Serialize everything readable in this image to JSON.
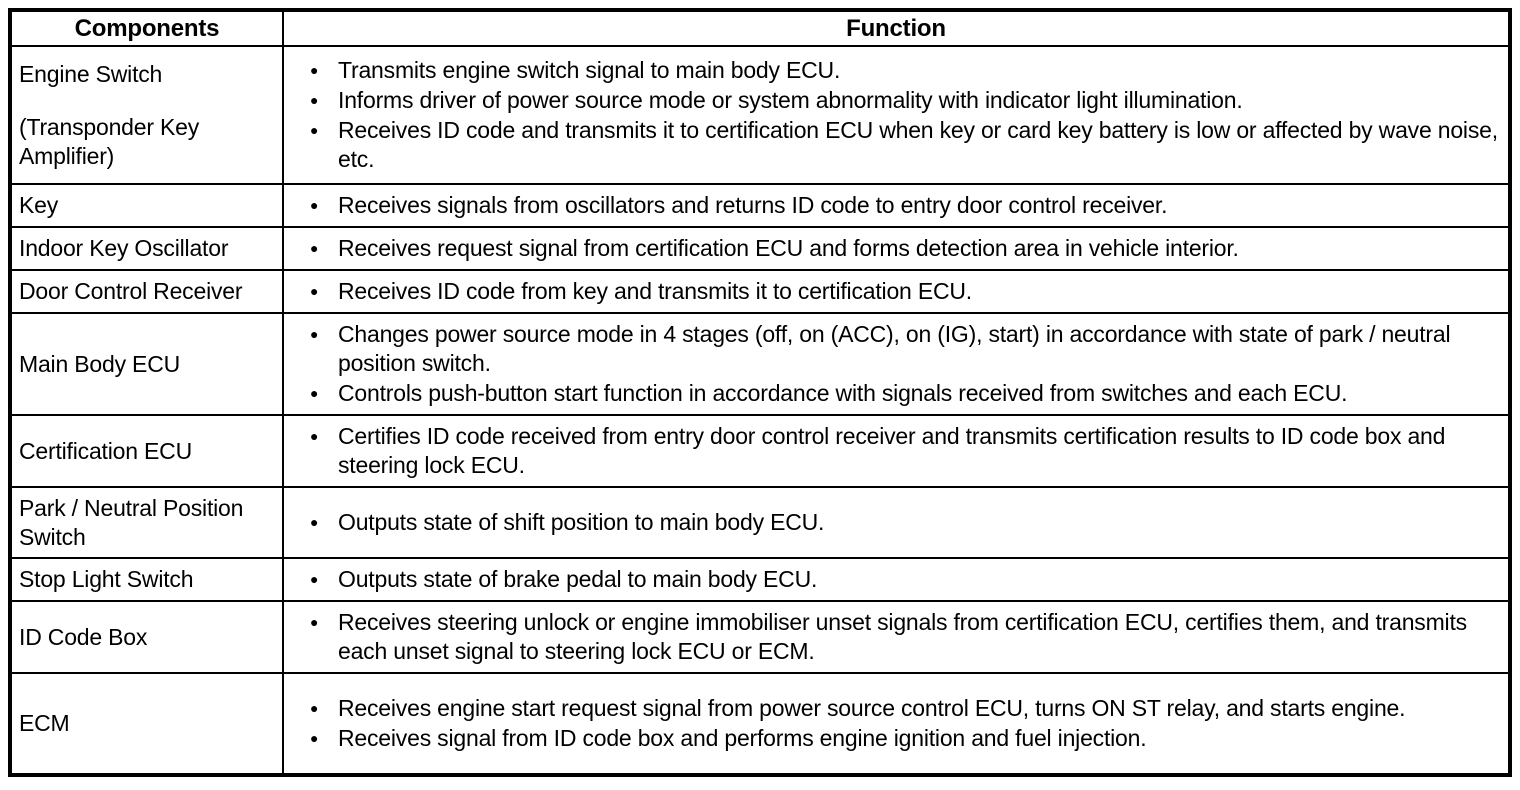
{
  "table": {
    "bullet_glyph": "●",
    "colors": {
      "border": "#000000",
      "text": "#000000",
      "background": "#ffffff"
    },
    "columns": [
      {
        "label": "Components"
      },
      {
        "label": "Function"
      }
    ],
    "rows": [
      {
        "component": [
          "Engine Switch",
          "(Transponder Key Amplifier)"
        ],
        "functions": [
          "Transmits engine switch signal to main body ECU.",
          "Informs driver of power source mode or system abnormality with indicator light illumination.",
          "Receives ID code and transmits it to certification ECU when key or card key battery is low or affected by wave noise, etc."
        ]
      },
      {
        "component": [
          "Key"
        ],
        "functions": [
          "Receives signals from oscillators and returns ID code to entry door control receiver."
        ]
      },
      {
        "component": [
          "Indoor Key Oscillator"
        ],
        "functions": [
          "Receives request signal from certification ECU and forms detection area in vehicle interior."
        ]
      },
      {
        "component": [
          "Door Control Receiver"
        ],
        "functions": [
          "Receives ID code from key and transmits it to certification ECU."
        ]
      },
      {
        "component": [
          "Main Body ECU"
        ],
        "functions": [
          "Changes power source mode in 4 stages (off, on (ACC), on (IG), start) in accordance with state of park / neutral position switch.",
          "Controls push-button start function in accordance with signals received from switches and each ECU."
        ]
      },
      {
        "component": [
          "Certification ECU"
        ],
        "functions": [
          "Certifies ID code received from entry door control receiver and transmits certification results to ID code box and steering lock ECU."
        ]
      },
      {
        "component": [
          "Park / Neutral Position Switch"
        ],
        "functions": [
          "Outputs state of shift position to main body ECU."
        ]
      },
      {
        "component": [
          "Stop Light Switch"
        ],
        "functions": [
          "Outputs state of brake pedal to main body ECU."
        ]
      },
      {
        "component": [
          "ID Code Box"
        ],
        "functions": [
          "Receives steering unlock or engine immobiliser unset signals from certification ECU, certifies them, and transmits each unset signal to steering lock ECU or ECM."
        ]
      },
      {
        "component": [
          "ECM"
        ],
        "functions": [
          "Receives engine start request signal from power source control ECU, turns ON ST relay, and starts engine.",
          "Receives signal from ID code box and performs engine ignition and fuel injection."
        ]
      }
    ]
  }
}
